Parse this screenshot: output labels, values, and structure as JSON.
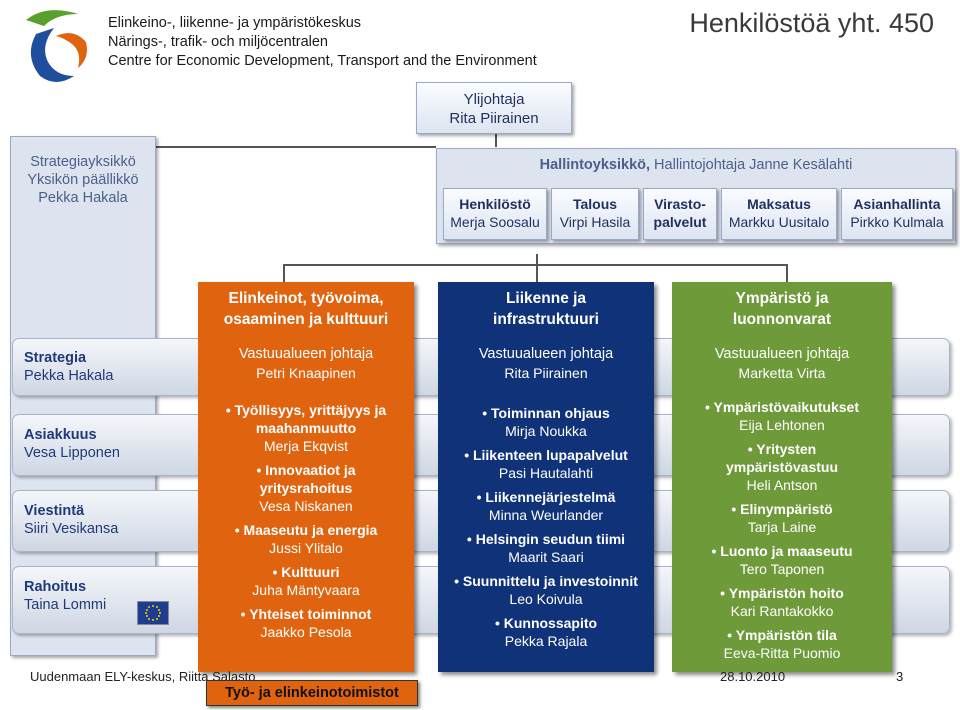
{
  "header": {
    "org_lines": [
      "Elinkeino-, liikenne- ja ympäristökeskus",
      "Närings-, trafik- och miljöcentralen",
      "Centre for Economic Development, Transport and the Environment"
    ],
    "slide_title": "Henkilöstöä  yht. 450"
  },
  "director": {
    "title": "Ylijohtaja",
    "name": "Rita Piirainen"
  },
  "strategy_unit": {
    "title": "Strategiayksikkö",
    "role": "Yksikön päällikkö",
    "name": "Pekka Hakala"
  },
  "admin_unit": {
    "prefix": "Hallintoyksikkö,",
    "rest": " Hallintojohtaja Janne Kesälahti",
    "subunits": [
      {
        "title": "Henkilöstö",
        "name": "Merja Soosalu"
      },
      {
        "title": "Talous",
        "name": "Virpi Hasila"
      },
      {
        "title": "Virasto-",
        "name": "palvelut"
      },
      {
        "title": "Maksatus",
        "name": "Markku Uusitalo"
      },
      {
        "title": "Asianhallinta",
        "name": "Pirkko Kulmala"
      }
    ]
  },
  "bands": [
    {
      "title": "Strategia",
      "name": "Pekka Hakala"
    },
    {
      "title": "Asiakkuus",
      "name": "Vesa Lipponen"
    },
    {
      "title": "Viestintä",
      "name": "Siiri Vesikansa"
    },
    {
      "title": "Rahoitus",
      "name": "Taina Lommi"
    }
  ],
  "columns": [
    {
      "header": [
        "Elinkeinot, työvoima,",
        "osaaminen ja kulttuuri"
      ],
      "lead_title": "Vastuualueen johtaja",
      "lead_name": "Petri Knaapinen",
      "units": [
        {
          "name": [
            "• Työllisyys, yrittäjyys ja",
            "maahanmuutto"
          ],
          "person": "Merja Ekqvist"
        },
        {
          "name": [
            "• Innovaatiot ja",
            "yritysrahoitus"
          ],
          "person": "Vesa Niskanen"
        },
        {
          "name": [
            "• Maaseutu ja energia"
          ],
          "person": "Jussi Ylitalo"
        },
        {
          "name": [
            "• Kulttuuri"
          ],
          "person": "Juha Mäntyvaara"
        },
        {
          "name": [
            "• Yhteiset toiminnot"
          ],
          "person": "Jaakko Pesola"
        }
      ]
    },
    {
      "header": [
        "Liikenne ja",
        "infrastruktuuri"
      ],
      "lead_title": "Vastuualueen johtaja",
      "lead_name": "Rita Piirainen",
      "units": [
        {
          "name": [
            "• Toiminnan ohjaus"
          ],
          "person": "Mirja Noukka"
        },
        {
          "name": [
            "• Liikenteen lupapalvelut"
          ],
          "person": "Pasi Hautalahti"
        },
        {
          "name": [
            "• Liikennejärjestelmä"
          ],
          "person": "Minna Weurlander"
        },
        {
          "name": [
            "• Helsingin seudun tiimi"
          ],
          "person": "Maarit Saari"
        },
        {
          "name": [
            "• Suunnittelu ja investoinnit"
          ],
          "person": "Leo Koivula"
        },
        {
          "name": [
            "• Kunnossapito"
          ],
          "person": "Pekka Rajala"
        }
      ]
    },
    {
      "header": [
        "Ympäristö ja",
        "luonnonvarat"
      ],
      "lead_title": "Vastuualueen johtaja",
      "lead_name": "Marketta Virta",
      "units": [
        {
          "name": [
            "• Ympäristövaikutukset"
          ],
          "person": "Eija Lehtonen"
        },
        {
          "name": [
            "• Yritysten",
            "ympäristövastuu"
          ],
          "person": "Heli Antson"
        },
        {
          "name": [
            "• Elinympäristö"
          ],
          "person": "Tarja Laine"
        },
        {
          "name": [
            "• Luonto ja maaseutu"
          ],
          "person": "Tero Taponen"
        },
        {
          "name": [
            "• Ympäristön hoito"
          ],
          "person": "Kari Rantakokko"
        },
        {
          "name": [
            "• Ympäristön tila"
          ],
          "person": "Eeva-Ritta Puomio"
        }
      ]
    }
  ],
  "footer": {
    "left": "Uudenmaan ELY-keskus, Riitta Salasto",
    "date": "28.10.2010",
    "page": "3",
    "employment_offices": "Työ- ja elinkeinotoimistot"
  },
  "colors": {
    "orange": "#e0640f",
    "navy": "#0f3279",
    "green": "#6e9a3a",
    "brand_green": "#5aa02c",
    "brand_blue": "#1f4f9c"
  }
}
